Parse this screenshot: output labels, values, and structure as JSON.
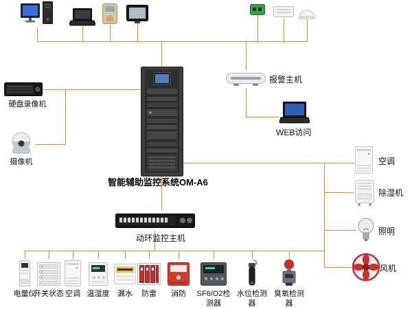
{
  "diagram": {
    "title": "智能辅助监控系统OM-A6",
    "connector_color": "#f0861c",
    "nodes": {
      "dvr": {
        "label": "硬盘录像机"
      },
      "camera": {
        "label": "摄像机"
      },
      "alarm_host": {
        "label": "报警主机"
      },
      "web_access": {
        "label": "WEB访问"
      },
      "env_monitor_host": {
        "label": "动环监控主机"
      },
      "air_conditioner": {
        "label": "空调"
      },
      "dehumidifier": {
        "label": "除湿机"
      },
      "lighting": {
        "label": "照明"
      },
      "fan": {
        "label": "风机"
      }
    },
    "sensors": [
      {
        "label": "电量仪"
      },
      {
        "label": "开关状态"
      },
      {
        "label": "空调"
      },
      {
        "label": "温湿度"
      },
      {
        "label": "漏水"
      },
      {
        "label": "防雷"
      },
      {
        "label": "消防"
      },
      {
        "label": "SF6/O2检测器"
      },
      {
        "label": "水位检测器"
      },
      {
        "label": "臭氧检测器"
      }
    ]
  }
}
